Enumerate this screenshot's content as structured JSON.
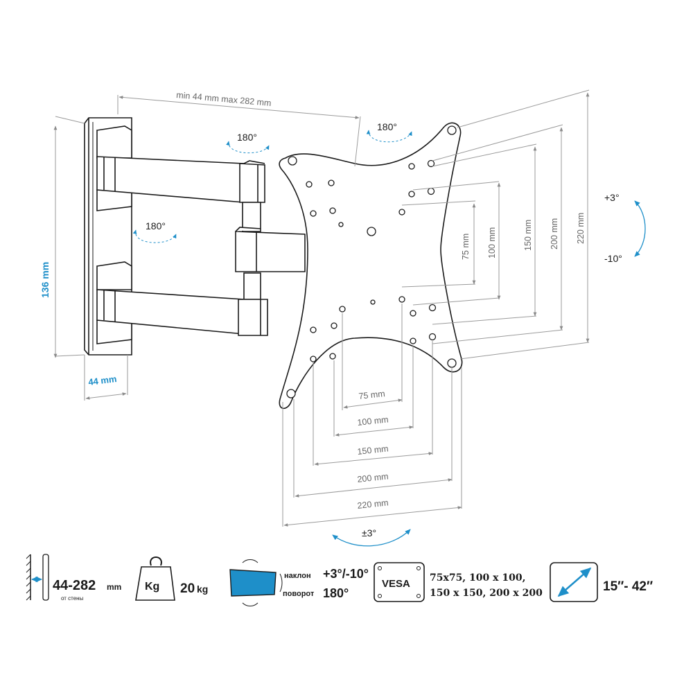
{
  "top_dimension": {
    "label": "min 44 mm max 282 mm"
  },
  "height_dimension": {
    "label": "136 mm"
  },
  "depth_dimension": {
    "label": "44 mm"
  },
  "rotation_labels": {
    "top_left_swivel": "180°",
    "top_right_swivel": "180°",
    "mid_swivel": "180°",
    "tilt_up": "+3°",
    "tilt_down": "-10°",
    "level_rotation": "±3°"
  },
  "vesa_vertical": [
    "75 mm",
    "100 mm",
    "150 mm",
    "200 mm",
    "220 mm"
  ],
  "vesa_horizontal": [
    "75 mm",
    "100 mm",
    "150 mm",
    "200 mm",
    "220 mm"
  ],
  "specs": {
    "distance": {
      "value": "44-282",
      "unit": "mm",
      "caption": "от стены"
    },
    "load": {
      "icon_text": "Kg",
      "value": "20",
      "unit": "kg"
    },
    "tilt_swivel": {
      "tilt_label": "наклон",
      "tilt_value": "+3°/-10°",
      "swivel_label": "поворот",
      "swivel_value": "180°"
    },
    "vesa": {
      "badge": "VESA",
      "line1": "75x75, 100 x 100,",
      "line2": "150 x 150, 200 x 200"
    },
    "screen": {
      "value": "15″- 42″"
    }
  },
  "colors": {
    "accent": "#1e8fc9",
    "line": "#9a9a9a",
    "outline": "#1a1a1a"
  },
  "icons": [
    "wall-icon",
    "weight-icon",
    "tilt-swivel-icon",
    "vesa-icon",
    "screen-diagonal-icon"
  ]
}
